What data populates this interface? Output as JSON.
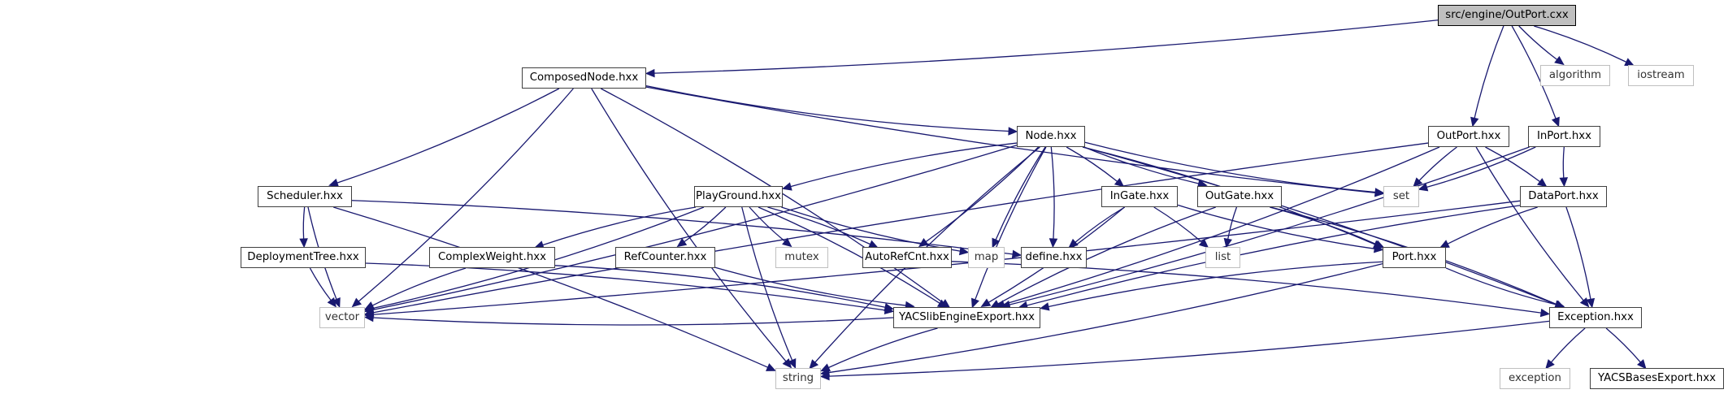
{
  "title": "Include dependency graph for src/engine/OutPort.cxx",
  "colors": {
    "edge": "#191970",
    "root_fill": "#bfbfbf",
    "node_border": "#404040",
    "external_border": "#bfbfbf"
  },
  "nodes": [
    {
      "id": "root",
      "label": "src/engine/OutPort.cxx",
      "kind": "root"
    },
    {
      "id": "composednode",
      "label": "ComposedNode.hxx",
      "kind": "header"
    },
    {
      "id": "algorithm",
      "label": "algorithm",
      "kind": "external"
    },
    {
      "id": "iostream",
      "label": "iostream",
      "kind": "external"
    },
    {
      "id": "node",
      "label": "Node.hxx",
      "kind": "header"
    },
    {
      "id": "outport",
      "label": "OutPort.hxx",
      "kind": "header"
    },
    {
      "id": "inport",
      "label": "InPort.hxx",
      "kind": "header"
    },
    {
      "id": "scheduler",
      "label": "Scheduler.hxx",
      "kind": "header"
    },
    {
      "id": "playground",
      "label": "PlayGround.hxx",
      "kind": "header"
    },
    {
      "id": "ingate",
      "label": "InGate.hxx",
      "kind": "header"
    },
    {
      "id": "outgate",
      "label": "OutGate.hxx",
      "kind": "header"
    },
    {
      "id": "set",
      "label": "set",
      "kind": "external"
    },
    {
      "id": "dataport",
      "label": "DataPort.hxx",
      "kind": "header"
    },
    {
      "id": "deploymenttree",
      "label": "DeploymentTree.hxx",
      "kind": "header"
    },
    {
      "id": "complexweight",
      "label": "ComplexWeight.hxx",
      "kind": "header"
    },
    {
      "id": "refcounter",
      "label": "RefCounter.hxx",
      "kind": "header"
    },
    {
      "id": "mutex",
      "label": "mutex",
      "kind": "external"
    },
    {
      "id": "autorefcnt",
      "label": "AutoRefCnt.hxx",
      "kind": "header"
    },
    {
      "id": "map",
      "label": "map",
      "kind": "external"
    },
    {
      "id": "define",
      "label": "define.hxx",
      "kind": "header"
    },
    {
      "id": "list",
      "label": "list",
      "kind": "external"
    },
    {
      "id": "port",
      "label": "Port.hxx",
      "kind": "header"
    },
    {
      "id": "vector",
      "label": "vector",
      "kind": "external"
    },
    {
      "id": "yacslib",
      "label": "YACSlibEngineExport.hxx",
      "kind": "header"
    },
    {
      "id": "exception_hxx",
      "label": "Exception.hxx",
      "kind": "header"
    },
    {
      "id": "string",
      "label": "string",
      "kind": "external"
    },
    {
      "id": "exception",
      "label": "exception",
      "kind": "external"
    },
    {
      "id": "yacsbases",
      "label": "YACSBasesExport.hxx",
      "kind": "header"
    }
  ],
  "edges": [
    [
      "root",
      "composednode"
    ],
    [
      "root",
      "outport"
    ],
    [
      "root",
      "inport"
    ],
    [
      "root",
      "algorithm"
    ],
    [
      "root",
      "iostream"
    ],
    [
      "composednode",
      "node"
    ],
    [
      "composednode",
      "scheduler"
    ],
    [
      "composednode",
      "set"
    ],
    [
      "composednode",
      "vector"
    ],
    [
      "composednode",
      "string"
    ],
    [
      "composednode",
      "yacslib"
    ],
    [
      "node",
      "playground"
    ],
    [
      "node",
      "ingate"
    ],
    [
      "node",
      "outgate"
    ],
    [
      "node",
      "autorefcnt"
    ],
    [
      "node",
      "map"
    ],
    [
      "node",
      "define"
    ],
    [
      "node",
      "set"
    ],
    [
      "node",
      "exception_hxx"
    ],
    [
      "node",
      "yacslib"
    ],
    [
      "node",
      "vector"
    ],
    [
      "node",
      "string"
    ],
    [
      "node",
      "port"
    ],
    [
      "scheduler",
      "deploymenttree"
    ],
    [
      "scheduler",
      "define"
    ],
    [
      "scheduler",
      "vector"
    ],
    [
      "scheduler",
      "string"
    ],
    [
      "playground",
      "complexweight"
    ],
    [
      "playground",
      "refcounter"
    ],
    [
      "playground",
      "mutex"
    ],
    [
      "playground",
      "autorefcnt"
    ],
    [
      "playground",
      "map"
    ],
    [
      "playground",
      "vector"
    ],
    [
      "playground",
      "string"
    ],
    [
      "playground",
      "yacslib"
    ],
    [
      "deploymenttree",
      "vector"
    ],
    [
      "deploymenttree",
      "yacslib"
    ],
    [
      "complexweight",
      "vector"
    ],
    [
      "complexweight",
      "yacslib"
    ],
    [
      "refcounter",
      "yacslib"
    ],
    [
      "autorefcnt",
      "exception_hxx"
    ],
    [
      "ingate",
      "define"
    ],
    [
      "ingate",
      "list"
    ],
    [
      "ingate",
      "port"
    ],
    [
      "ingate",
      "yacslib"
    ],
    [
      "outgate",
      "list"
    ],
    [
      "outgate",
      "port"
    ],
    [
      "outgate",
      "yacslib"
    ],
    [
      "outgate",
      "exception_hxx"
    ],
    [
      "outport",
      "set"
    ],
    [
      "outport",
      "dataport"
    ],
    [
      "outport",
      "vector"
    ],
    [
      "outport",
      "yacslib"
    ],
    [
      "outport",
      "exception_hxx"
    ],
    [
      "inport",
      "set"
    ],
    [
      "inport",
      "dataport"
    ],
    [
      "inport",
      "yacslib"
    ],
    [
      "dataport",
      "port"
    ],
    [
      "dataport",
      "vector"
    ],
    [
      "dataport",
      "yacslib"
    ],
    [
      "dataport",
      "exception_hxx"
    ],
    [
      "port",
      "yacslib"
    ],
    [
      "port",
      "string"
    ],
    [
      "port",
      "exception_hxx"
    ],
    [
      "yacslib",
      "vector"
    ],
    [
      "yacslib",
      "string"
    ],
    [
      "exception_hxx",
      "string"
    ],
    [
      "exception_hxx",
      "exception"
    ],
    [
      "exception_hxx",
      "yacsbases"
    ]
  ]
}
